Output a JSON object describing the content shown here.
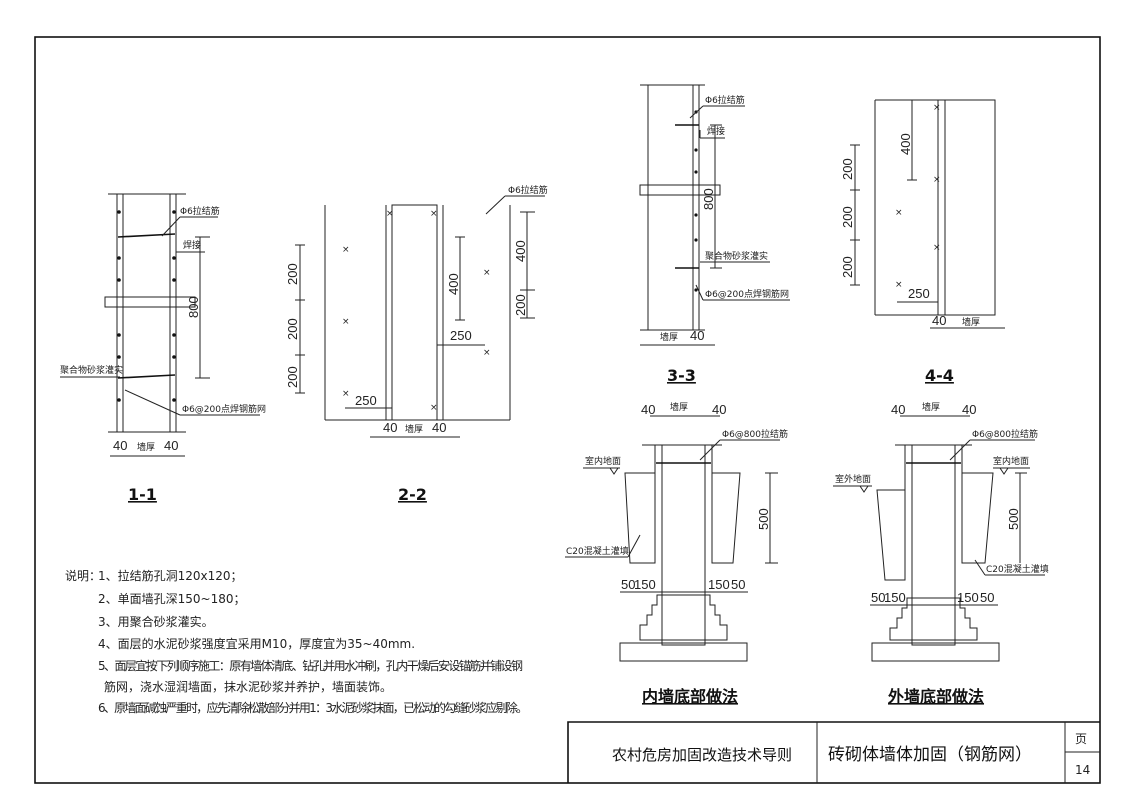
{
  "notes": {
    "heading": "说明：",
    "items": [
      "1、拉结筋孔洞120x120；",
      "2、单面墙孔深150~180；",
      "3、用聚合砂浆灌实。",
      "4、面层的水泥砂浆强度宜采用M10，厚度宜为35~40mm.",
      "5、面层宜按下列顺序施工：原有墙体清底、钻孔并用水冲刷，孔内干燥后安设锚筋并铺设钢",
      "筋网，浇水湿润墙面，抹水泥砂浆并养护，墙面装饰。",
      "6、原墙面碱蚀严重时，应先清除松散部分并用1：3水泥砂浆抹面，已松动的勾缝砂浆应剔除。"
    ]
  },
  "title_block": {
    "guide": "农村危房加固改造技术导则",
    "drawing": "砖砌体墙体加固（钢筋网）",
    "page_label": "页",
    "page_number": "14"
  },
  "sections": {
    "s11": {
      "title": "1-1",
      "tie": "Φ6拉结筋",
      "weld": "焊接",
      "dim_800": "800",
      "grout": "聚合物砂浆灌实",
      "mesh": "Φ6@200点焊钢筋网",
      "dim_40a": "40",
      "wall": "墙厚",
      "dim_40b": "40"
    },
    "s22": {
      "title": "2-2",
      "tie": "Φ6拉结筋",
      "d200a": "200",
      "d200b": "200",
      "d200c": "200",
      "d400a": "400",
      "d400b": "400",
      "d200r": "200",
      "d250a": "250",
      "d250b": "250",
      "dim_40a": "40",
      "wall": "墙厚",
      "dim_40b": "40"
    },
    "s33": {
      "title": "3-3",
      "tie": "Φ6拉结筋",
      "weld": "焊接",
      "dim_800": "800",
      "grout": "聚合物砂浆灌实",
      "mesh": "Φ6@200点焊钢筋网",
      "wall": "墙厚",
      "dim_40": "40"
    },
    "s44": {
      "title": "4-4",
      "d400": "400",
      "d200a": "200",
      "d200b": "200",
      "d200c": "200",
      "d250": "250",
      "dim_40": "40",
      "wall": "墙厚"
    },
    "inner": {
      "title": "内墙底部做法",
      "dim_40a": "40",
      "wall": "墙厚",
      "dim_40b": "40",
      "tie": "Φ6@800拉结筋",
      "floor": "室内地面",
      "fill": "C20混凝土灌填",
      "dim_500": "500",
      "d50a": "50",
      "d150a": "150",
      "d150b": "150",
      "d50b": "50"
    },
    "outer": {
      "title": "外墙底部做法",
      "dim_40a": "40",
      "wall": "墙厚",
      "dim_40b": "40",
      "tie": "Φ6@800拉结筋",
      "floor_out": "室外地面",
      "floor_in": "室内地面",
      "fill": "C20混凝土灌填",
      "dim_500": "500",
      "d50a": "50",
      "d150a": "150",
      "d150b": "150",
      "d50b": "50"
    }
  }
}
